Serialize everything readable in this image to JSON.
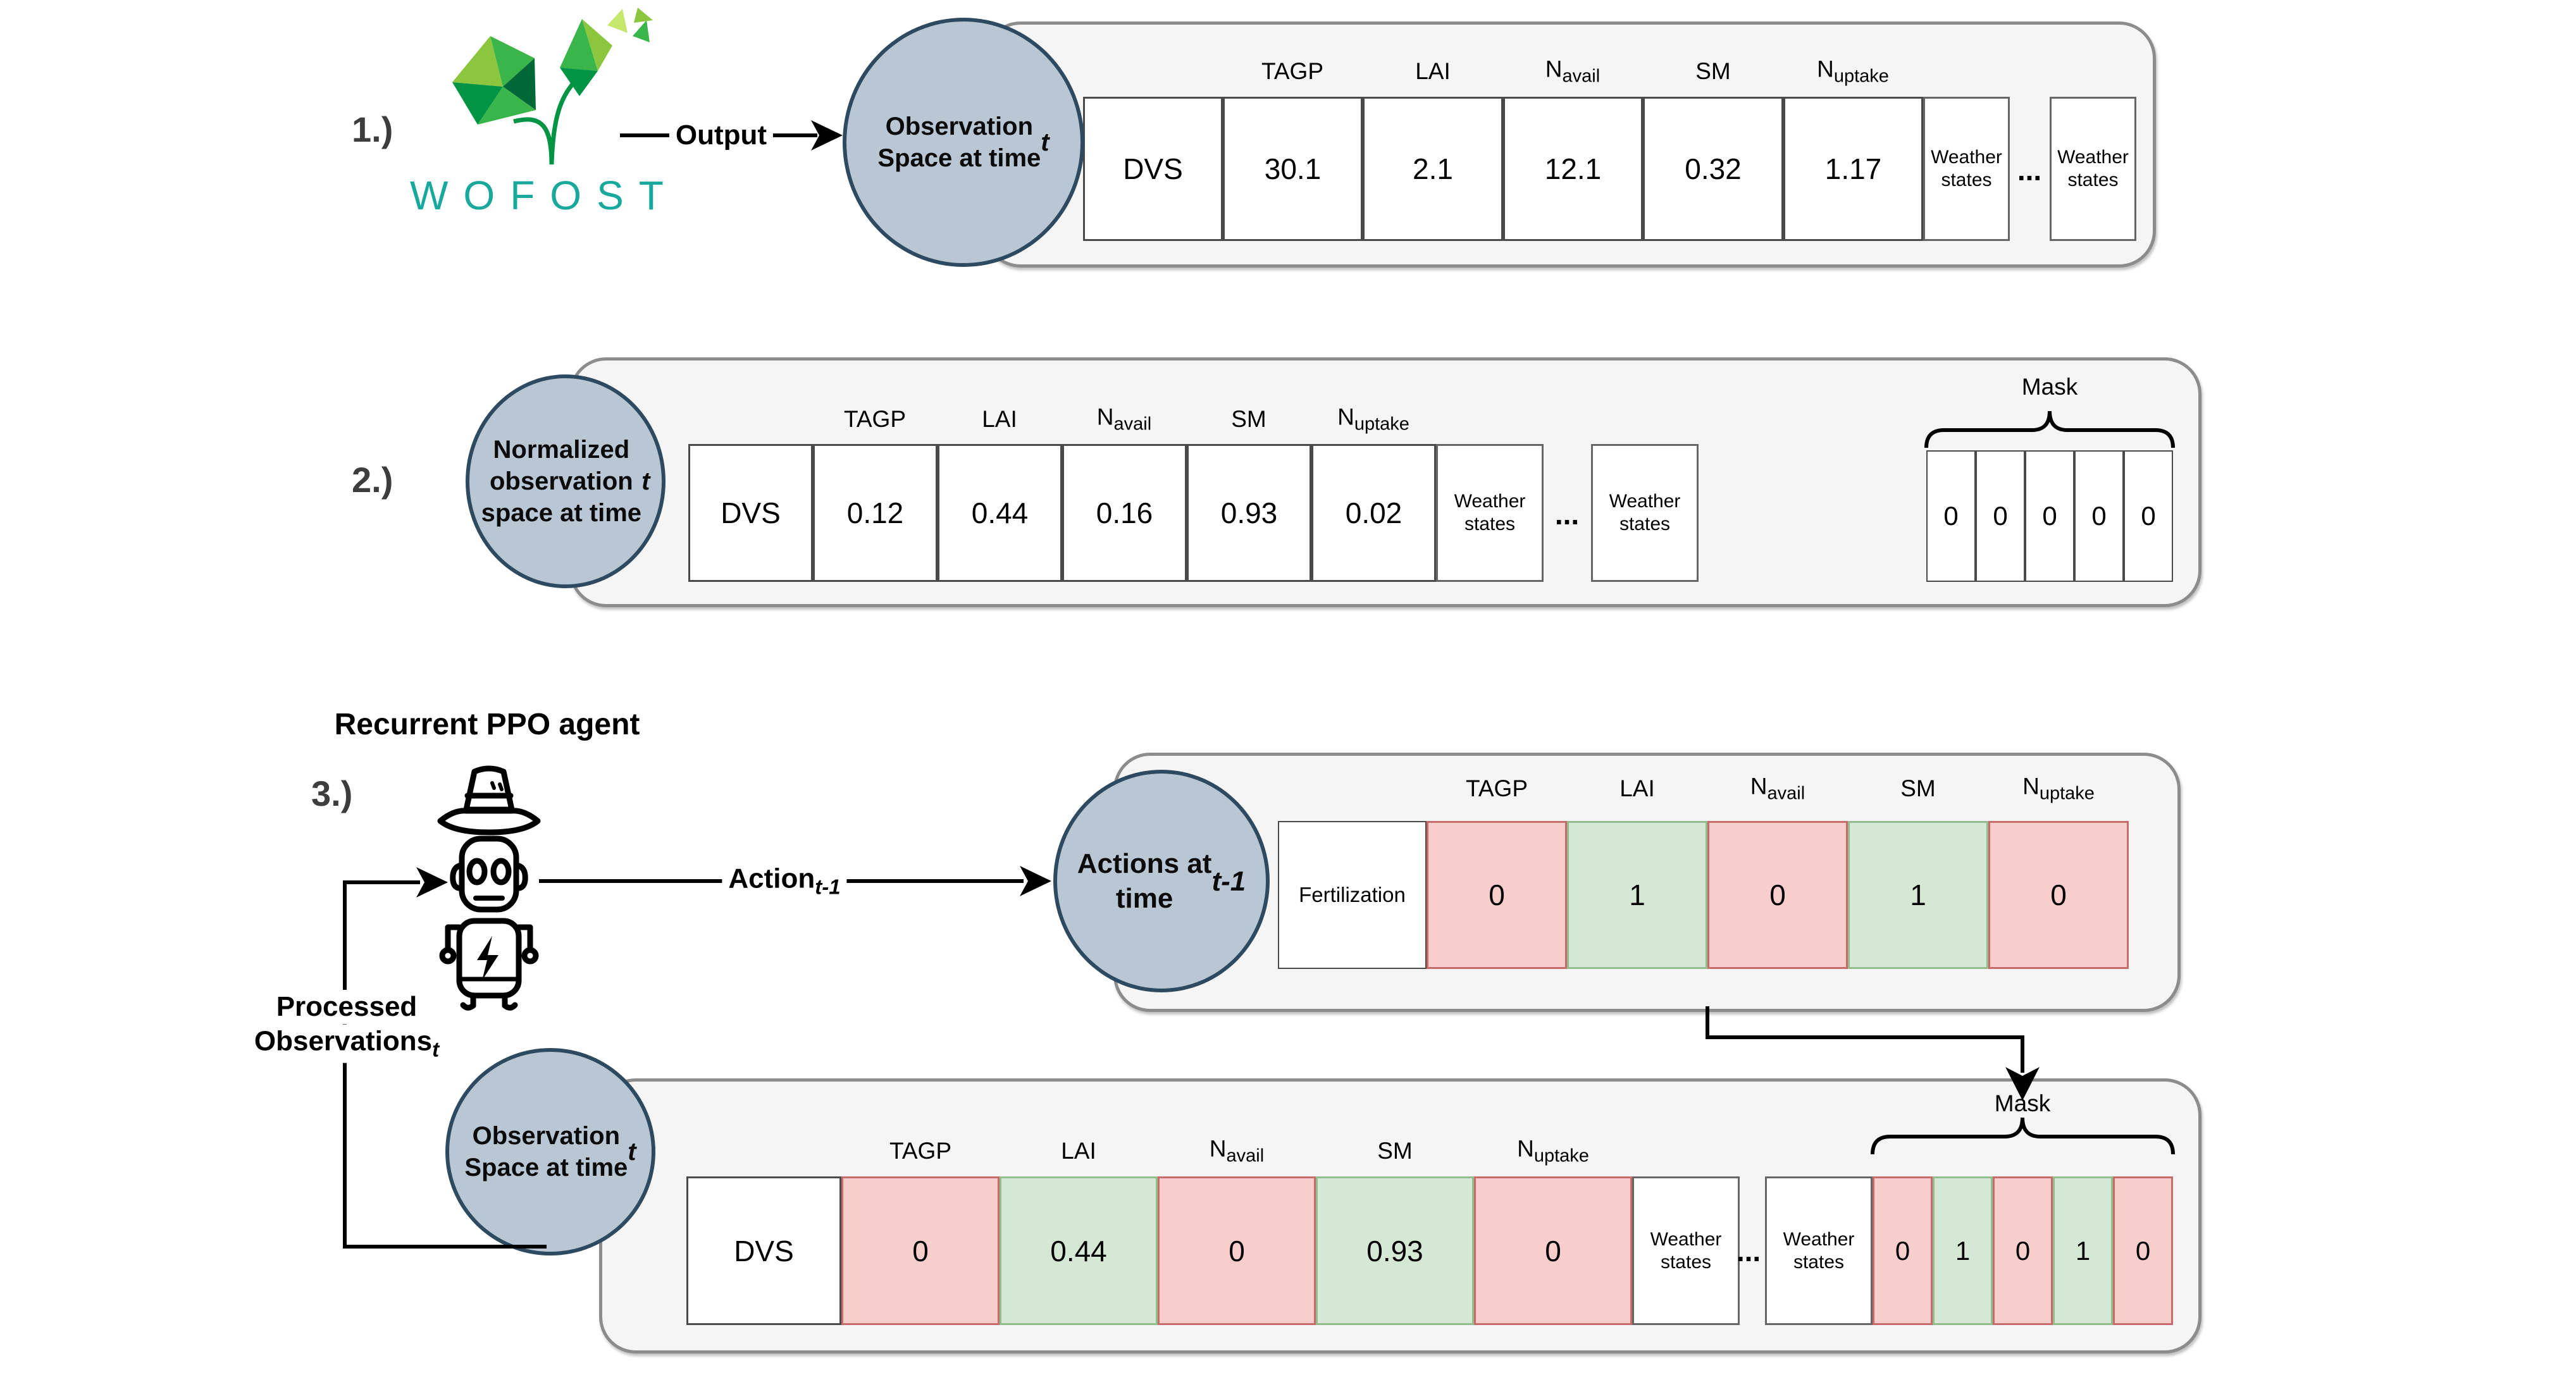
{
  "headers": [
    {
      "t": "TAGP",
      "sub": ""
    },
    {
      "t": "LAI",
      "sub": ""
    },
    {
      "t": "N",
      "sub": "avail"
    },
    {
      "t": "SM",
      "sub": ""
    },
    {
      "t": "N",
      "sub": "uptake"
    }
  ],
  "step1": {
    "label": "1.)",
    "logo_text": "WOFOST",
    "output_label": "Output",
    "circle_lines": [
      "Observation",
      "Space at time t"
    ],
    "row": [
      "DVS",
      "30.1",
      "2.1",
      "12.1",
      "0.32",
      "1.17"
    ],
    "weather": "Weather states",
    "dots": "..."
  },
  "step2": {
    "label": "2.)",
    "circle_lines": [
      "Normalized",
      "observation",
      "space at time t"
    ],
    "row": [
      "DVS",
      "0.12",
      "0.44",
      "0.16",
      "0.93",
      "0.02"
    ],
    "weather": "Weather states",
    "dots": "...",
    "mask_label": "Mask",
    "mask_values": [
      "0",
      "0",
      "0",
      "0",
      "0"
    ]
  },
  "step3": {
    "label": "3.)",
    "title": "Recurrent PPO agent",
    "action_label": {
      "main": "Action",
      "sub": "t-1"
    },
    "processed_label": {
      "line1": "Processed",
      "line2": "Observations",
      "line2_sub": "t"
    },
    "circle_lines": [
      "Actions at",
      "time t-1"
    ],
    "row_label": "Fertilization",
    "values": [
      {
        "v": "0",
        "state": "red"
      },
      {
        "v": "1",
        "state": "green"
      },
      {
        "v": "0",
        "state": "red"
      },
      {
        "v": "1",
        "state": "green"
      },
      {
        "v": "0",
        "state": "red"
      }
    ]
  },
  "step4": {
    "circle_lines": [
      "Observation",
      "Space at time t"
    ],
    "row": [
      {
        "v": "DVS",
        "state": "white"
      },
      {
        "v": "0",
        "state": "red"
      },
      {
        "v": "0.44",
        "state": "green"
      },
      {
        "v": "0",
        "state": "red"
      },
      {
        "v": "0.93",
        "state": "green"
      },
      {
        "v": "0",
        "state": "red"
      }
    ],
    "weather": "Weather states",
    "dots": "...",
    "mask_label": "Mask",
    "mask_values": [
      {
        "v": "0",
        "state": "red"
      },
      {
        "v": "1",
        "state": "green"
      },
      {
        "v": "0",
        "state": "red"
      },
      {
        "v": "1",
        "state": "green"
      },
      {
        "v": "0",
        "state": "red"
      }
    ]
  },
  "colors": {
    "red_fill": "#F8CECC",
    "red_stroke": "#C86B6B",
    "green_fill": "#D5E8D4",
    "green_stroke": "#93BD8E",
    "circle_fill": "#B8C7D3",
    "circle_stroke": "#2D4A60",
    "panel_fill": "#F5F5F5",
    "panel_stroke": "#8C8C8C",
    "logo_teal": "#19A89C"
  }
}
